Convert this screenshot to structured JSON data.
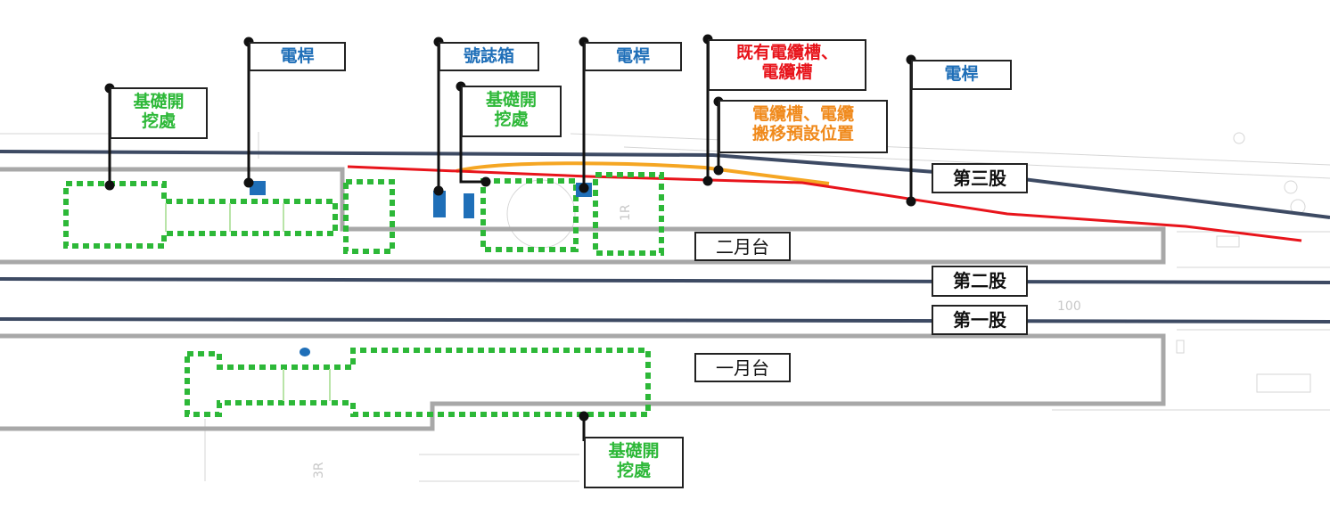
{
  "labels": {
    "pole_1": "電桿",
    "pole_2": "電桿",
    "pole_3": "電桿",
    "signal_box": "號誌箱",
    "excavation_1_line1": "基礎開",
    "excavation_1_line2": "挖處",
    "excavation_2_line1": "基礎開",
    "excavation_2_line2": "挖處",
    "excavation_3_line1": "基礎開",
    "excavation_3_line2": "挖處",
    "existing_trough_line1": "既有電纜槽、",
    "existing_trough_line2": "電纜槽",
    "relocation_line1": "電纜槽、電纜",
    "relocation_line2": "搬移預設位置",
    "track_3": "第三股",
    "track_2": "第二股",
    "track_1": "第一股",
    "platform_2": "二月台",
    "platform_1": "一月台"
  },
  "background_marks": {
    "mark_1r": "1R",
    "mark_100": "100",
    "mark_3r": "3R"
  },
  "colors": {
    "track": "#3d4a63",
    "platform_outline": "#a8a8a8",
    "excavation": "#2db838",
    "existing_cable_trough": "#e8141b",
    "relocated_cable_trough": "#f5a623",
    "equipment": "#1f6fb8",
    "leader": "#111111"
  }
}
